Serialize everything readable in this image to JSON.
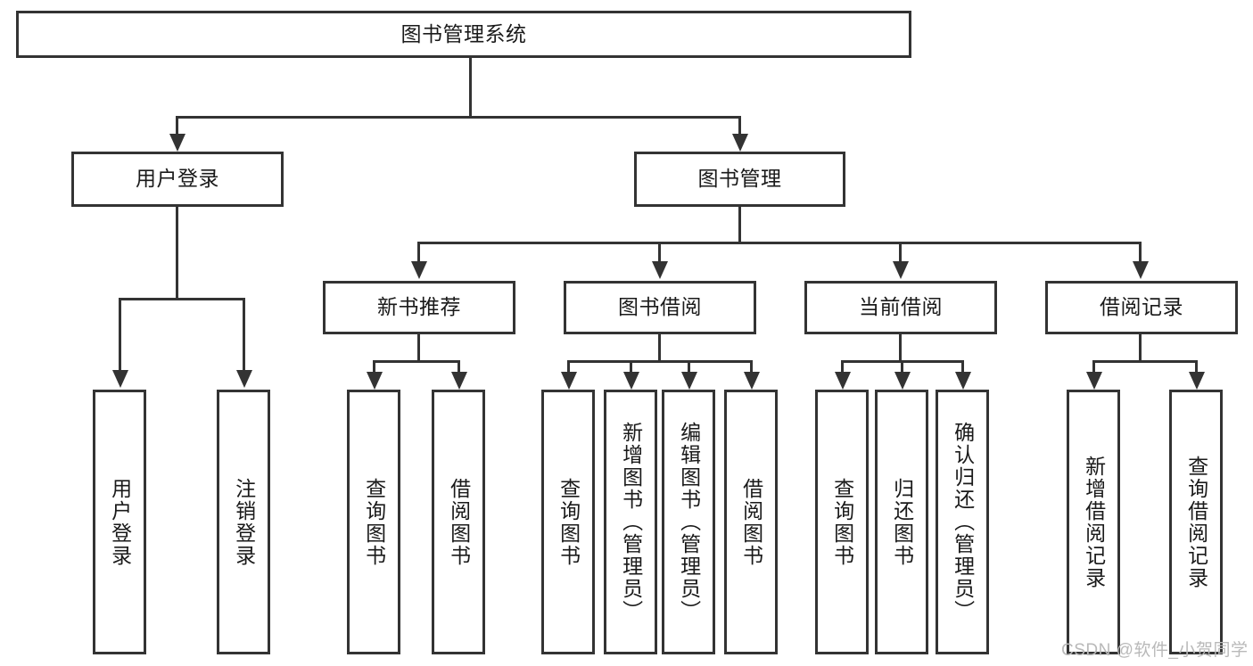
{
  "diagram": {
    "title": "图书管理系统",
    "watermark": "CSDN @软件_小贺同学",
    "line_color": "#333333",
    "box_fill": "#ffffff",
    "text_color": "#1a1a1a",
    "watermark_color": "#b9b9b9"
  },
  "nodes": {
    "root": {
      "label": "图书管理系统"
    },
    "level2": [
      {
        "label": "用户登录"
      },
      {
        "label": "图书管理"
      }
    ],
    "level3": [
      {
        "label": "新书推荐"
      },
      {
        "label": "图书借阅"
      },
      {
        "label": "当前借阅"
      },
      {
        "label": "借阅记录"
      }
    ],
    "leaves": {
      "user_login": [
        {
          "label": "用户登录"
        },
        {
          "label": "注销登录"
        }
      ],
      "new_book_recommend": [
        {
          "label": "查询图书"
        },
        {
          "label": "借阅图书"
        }
      ],
      "book_borrow": [
        {
          "label": "查询图书"
        },
        {
          "label": "新增图书（管理员）"
        },
        {
          "label": "编辑图书（管理员）"
        },
        {
          "label": "借阅图书"
        }
      ],
      "current_borrow": [
        {
          "label": "查询图书"
        },
        {
          "label": "归还图书"
        },
        {
          "label": "确认归还（管理员）"
        }
      ],
      "borrow_record": [
        {
          "label": "新增借阅记录"
        },
        {
          "label": "查询借阅记录"
        }
      ]
    }
  }
}
